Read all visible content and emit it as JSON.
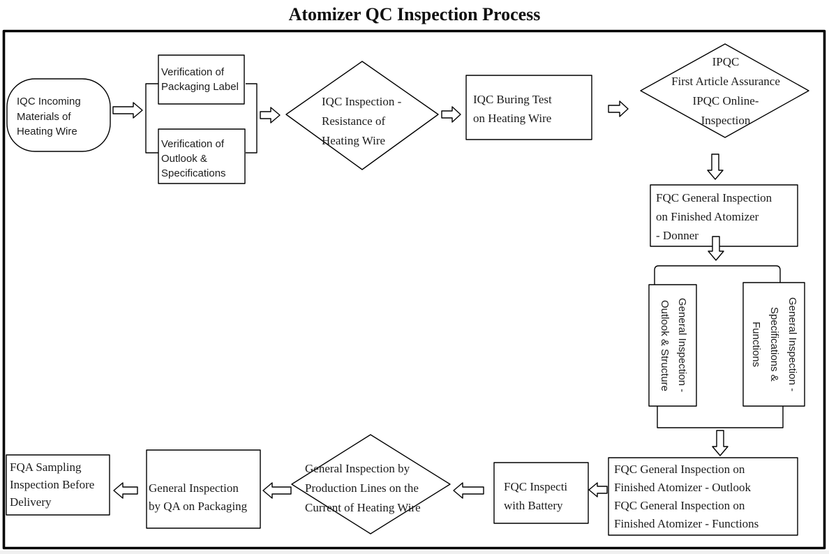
{
  "title": "Atomizer QC Inspection Process",
  "nodes": {
    "iqc_incoming": {
      "label": "IQC Incoming\nMaterials of\nHeating Wire"
    },
    "verify_packaging": {
      "label": "Verification of\nPackaging Label"
    },
    "verify_outlook": {
      "label": "Verification of\nOutlook &\nSpecifications"
    },
    "iqc_inspection": {
      "label": "IQC Inspection -\nResistance of\nHeating Wire"
    },
    "iqc_buring": {
      "label": "IQC Buring Test\non Heating Wire"
    },
    "ipqc": {
      "label": "IPQC\nFirst Article Assurance\nIPQC Online-\nInspection"
    },
    "fqc_donner": {
      "label": "FQC General Inspection\non Finished Atomizer\n- Donner"
    },
    "gi_outlook_structure": {
      "label": "General Inspection -\nOutlook & Structure"
    },
    "gi_specs_functions": {
      "label": "General Inspection -\nSpecifications &\nFunctions"
    },
    "fqc_outlook_functions": {
      "label": "FQC General Inspection on\nFinished Atomizer - Outlook\nFQC General Inspection on\nFinished Atomizer - Functions"
    },
    "fqc_battery": {
      "label": "FQC Inspecti\nwith Battery"
    },
    "gi_production": {
      "label": "General Inspection by\nProduction Lines on the\nCurrent of Heating Wire"
    },
    "gi_qa_packaging": {
      "label": "General Inspection\nby QA on Packaging"
    },
    "fqa_sampling": {
      "label": "FQA Sampling\nInspection Before\nDelivery"
    }
  }
}
